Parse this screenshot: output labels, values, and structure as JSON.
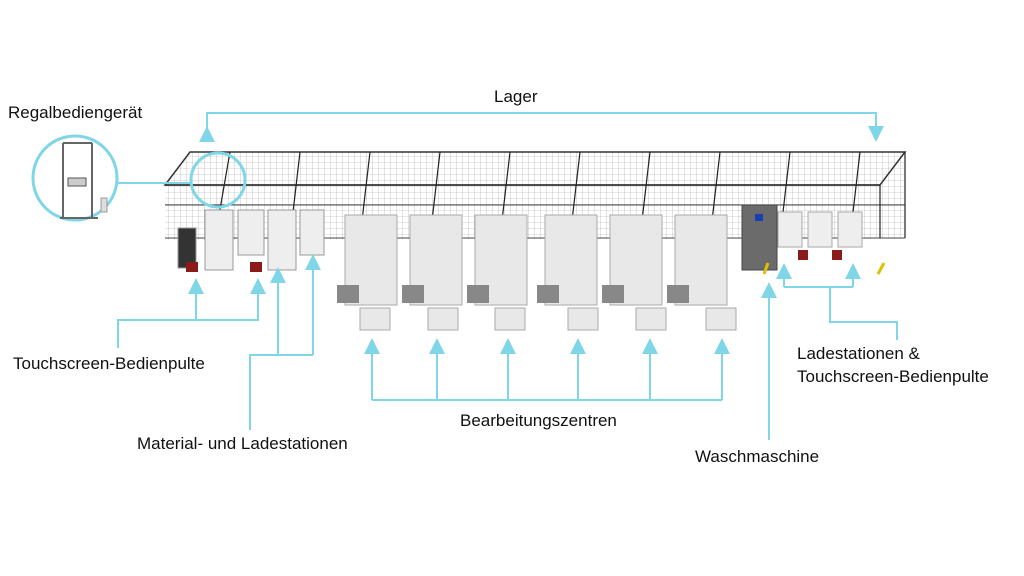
{
  "labels": {
    "lager": "Lager",
    "regalbediengeraet": "Regalbediengerät",
    "touchscreen": "Touchscreen-Bedienpulte",
    "material": "Material- und Ladestationen",
    "bearbeitung": "Bearbeitungszentren",
    "wasch": "Waschmaschine",
    "lade_line1": "Ladestationen &",
    "lade_line2": "Touchscreen-Bedienpulte"
  },
  "colors": {
    "accent": "#7fd6e6",
    "rack": "#3a3a3a",
    "machine": "#e6e6e6",
    "washer": "#6b6b6b"
  }
}
